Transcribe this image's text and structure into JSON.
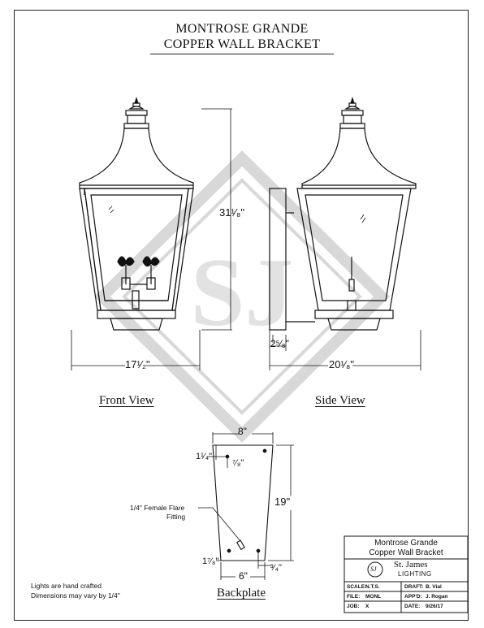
{
  "sheet": {
    "title_line1": "MONTROSE GRANDE",
    "title_line2": "COPPER WALL BRACKET"
  },
  "views": {
    "front": "Front View",
    "side": "Side View",
    "backplate": "Backplate"
  },
  "dimensions": {
    "height": "31¹⁄₈\"",
    "front_width": "17¹⁄₂\"",
    "side_depth": "20¹⁄₈\"",
    "side_small": "2⁵⁄₈\"",
    "backplate_top_width": "8\"",
    "backplate_height": "19\"",
    "backplate_bottom_width": "6\"",
    "backplate_hole_offset_a": "1¹⁄₄\"",
    "backplate_hole_offset_b": "⁷⁄₈\"",
    "backplate_bottom_left": "1⁷⁄₈\"",
    "backplate_bottom_right": "³⁄₄\""
  },
  "callouts": {
    "fitting_line1": "1/4\" Female Flare",
    "fitting_line2": "Fitting"
  },
  "notes": {
    "line1": "Lights are hand crafted",
    "line2": "Dimensions may vary by 1/4\""
  },
  "title_block": {
    "product_line1": "Montrose Grande",
    "product_line2": "Copper Wall Bracket",
    "company": "St. James",
    "company_sub": "LIGHTING",
    "logo_text": "SJ",
    "scale_label": "SCALE:",
    "scale_value": "N.T.S.",
    "file_label": "FILE:",
    "file_value": "MONL",
    "job_label": "JOB:",
    "job_value": "X",
    "draft_label": "DRAFT:",
    "draft_value": "B. Vial",
    "appd_label": "APP'D:",
    "appd_value": "J. Rogan",
    "date_label": "DATE:",
    "date_value": "9/26/17"
  },
  "watermark": {
    "text": "SJ",
    "color": "#d6d6d6"
  }
}
